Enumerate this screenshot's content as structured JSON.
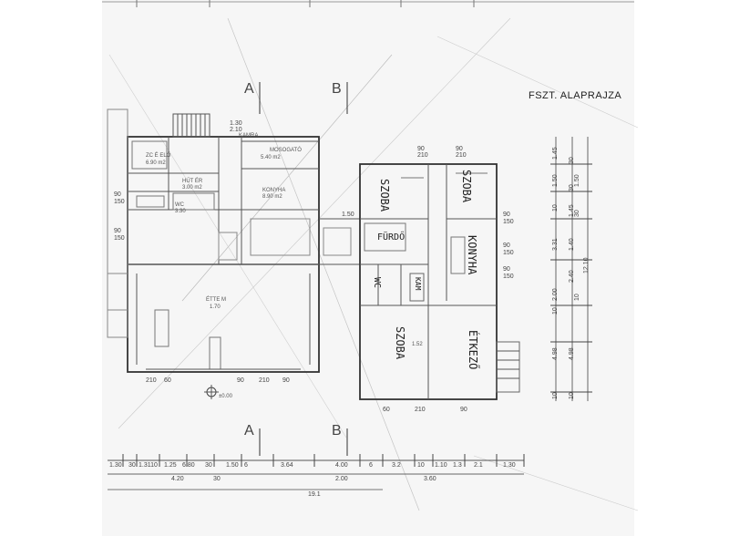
{
  "title": "FSZT. ALAPRAJZA",
  "section_markers": {
    "a_top": "A",
    "b_top": "B",
    "a_bottom": "A",
    "b_bottom": "B"
  },
  "rooms": {
    "eloszoba": "ZC   É ELŐ",
    "eloszoba_area": "6.90 m2",
    "kamra": "KAMRA",
    "mosogato": "MOSOGATÓ",
    "mosogato_area": "5.40 m2",
    "konyha": "KONYHA",
    "konyha_area": "8.90 m2",
    "huto": "HŰT  ÉR",
    "huto_area": "3.00 m2",
    "wc": "WC",
    "wc_area": "3.30",
    "etterem": "ÉTTE  M",
    "etterem_area": "1.70",
    "level": "±0.00",
    "hall_area": "1.52"
  },
  "handwritten": {
    "szoba_1": "SZOBA",
    "szoba_2": "SZOBA",
    "szoba_3": "SZOBA",
    "furdo": "FÜRDŐ",
    "konyha": "KONYHA",
    "etkezo": "ÉTKEZŐ",
    "wc": "WC",
    "kamra": "KAM"
  },
  "bottom_dims": {
    "row1": [
      "1.30",
      "30",
      "1.3110",
      "1.25",
      "6.80",
      "30",
      "1.50",
      "6",
      "3.64",
      "4.00",
      "6",
      "3.2",
      "10",
      "1.10",
      "1.3",
      "2.1",
      "1.30"
    ],
    "row2": [
      "4.20",
      "30",
      "2.00",
      "3.60"
    ],
    "row3": [
      "19.1"
    ]
  },
  "right_dims": [
    "1.45",
    "30",
    "1.50",
    "30",
    "1.50",
    "10",
    "1.45",
    "30",
    "3.31",
    "1.40",
    "2.40",
    "10",
    "12.10",
    "2.00",
    "10",
    "4.98",
    "4.98",
    "10",
    "10"
  ],
  "interior_dims": [
    "90",
    "150",
    "90",
    "150",
    "1.50",
    "90",
    "150",
    "90",
    "150",
    "90",
    "150",
    "210",
    "60",
    "90",
    "210",
    "90",
    "60",
    "210",
    "90",
    "90",
    "210",
    "1.30",
    "2.10",
    "90",
    "210"
  ]
}
